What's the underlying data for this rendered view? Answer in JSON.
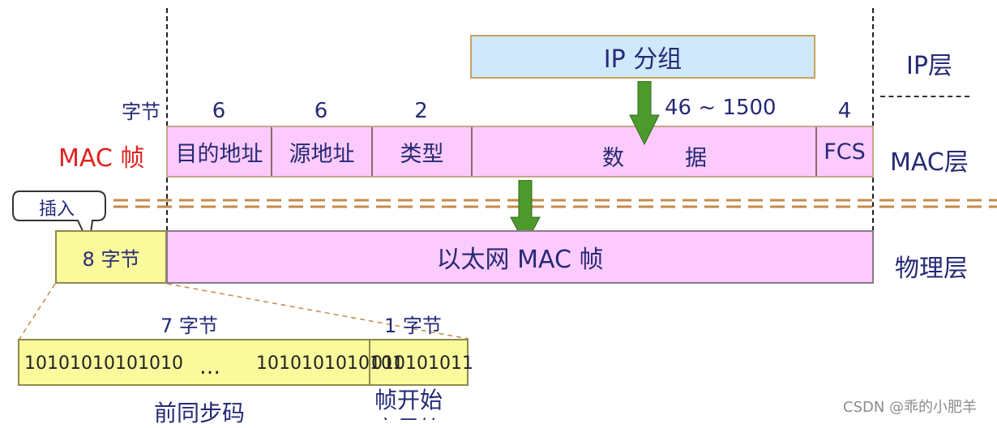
{
  "layers": {
    "ip": "IP层",
    "mac": "MAC层",
    "physical": "物理层"
  },
  "ip_packet": "IP 分组",
  "mac_frame_label": "MAC 帧",
  "bytes_label": "字节",
  "field_sizes": {
    "dest": "6",
    "src": "6",
    "type": "2",
    "data": "46 ~ 1500",
    "fcs": "4"
  },
  "fields": {
    "dest": "目的地址",
    "src": "源地址",
    "type": "类型",
    "data_left": "数",
    "data_right": "据",
    "fcs": "FCS"
  },
  "insert_callout": "插入",
  "preamble_box": "8 字节",
  "ethernet_frame": "以太网 MAC 帧",
  "preamble_detail": {
    "size_7": "7 字节",
    "size_1": "1 字节",
    "bits_left": "10101010101010",
    "ellipsis": "…",
    "bits_mid": "1010101010101",
    "bits_sfd": "010101011",
    "preamble_name": "前同步码",
    "sfd_name": "帧开始定界符"
  },
  "watermark": "CSDN @乖的小肥羊",
  "colors": {
    "ip_box": "#cfe9fa",
    "mac_frame": "#fccafc",
    "preamble": "#fafa9c",
    "arrow": "#4d9a2c",
    "red_label": "#e32020"
  }
}
